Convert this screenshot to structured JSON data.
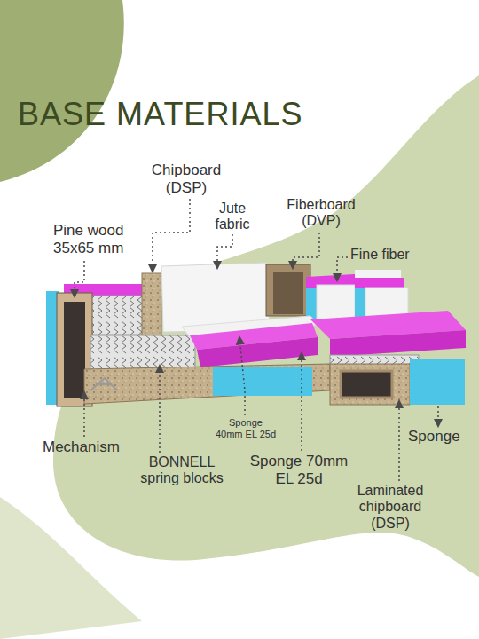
{
  "diagram": {
    "title": "BASE MATERIALS",
    "labels": [
      "Chipboard (DSP)",
      "Jute fabric",
      "Fiberboard (DVP)",
      "Pine wood 35x65 mm",
      "Fine fiber",
      "Sponge 40mm EL 25d",
      "Mechanism",
      "Sponge",
      "BONNELL spring blocks",
      "Sponge 70mm EL 25d",
      "Laminated chipboard (DSP)"
    ]
  }
}
